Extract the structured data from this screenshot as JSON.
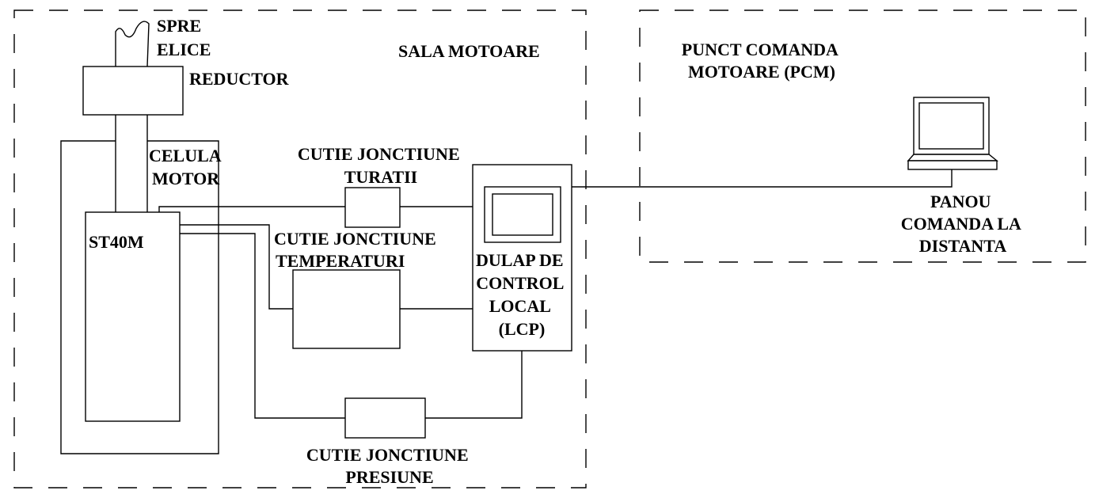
{
  "zones": {
    "engine_room": "SALA MOTOARE",
    "control_station": [
      "PUNCT COMANDA",
      "MOTOARE (PCM)"
    ]
  },
  "labels": {
    "propeller": [
      "SPRE",
      "ELICE"
    ],
    "gearbox": "REDUCTOR",
    "engine_cell": [
      "CELULA",
      "MOTOR"
    ],
    "engine": "ST40M",
    "rpm_box": [
      "CUTIE JONCTIUNE",
      "TURATII"
    ],
    "temperature_box": [
      "CUTIE JONCTIUNE",
      "TEMPERATURI"
    ],
    "pressure_box": [
      "CUTIE JONCTIUNE",
      "PRESIUNE"
    ],
    "lcp": [
      "DULAP DE",
      "CONTROL",
      "LOCAL",
      "(LCP)"
    ],
    "remote_panel": [
      "PANOU",
      "COMANDA LA",
      "DISTANTA"
    ]
  }
}
